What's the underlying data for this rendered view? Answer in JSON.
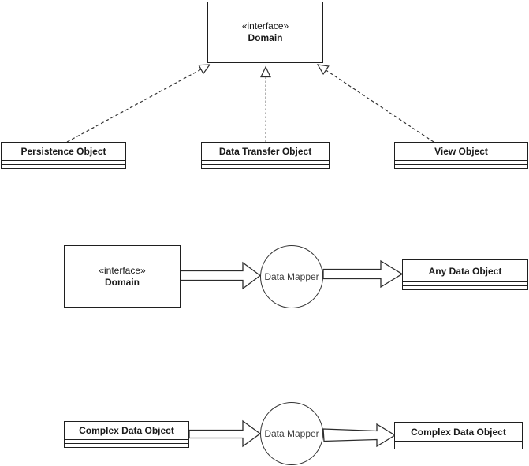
{
  "diagram": {
    "background": "#ffffff",
    "line_color": "#2c2c2c",
    "secondary_dash_color": "#8a8a8a",
    "interface_realizations": {
      "interface": {
        "stereotype": "«interface»",
        "name": "Domain"
      },
      "objects": [
        {
          "label": "Persistence Object"
        },
        {
          "label": "Data Transfer Object"
        },
        {
          "label": "View Object"
        }
      ]
    },
    "generic_mapping": {
      "source": {
        "stereotype": "«interface»",
        "name": "Domain"
      },
      "mapper": {
        "label": "Data Mapper"
      },
      "target": {
        "label": "Any Data Object"
      }
    },
    "complex_mapping": {
      "source": {
        "label": "Complex Data Object"
      },
      "mapper": {
        "label": "Data Mapper"
      },
      "target": {
        "label": "Complex Data Object"
      }
    }
  }
}
